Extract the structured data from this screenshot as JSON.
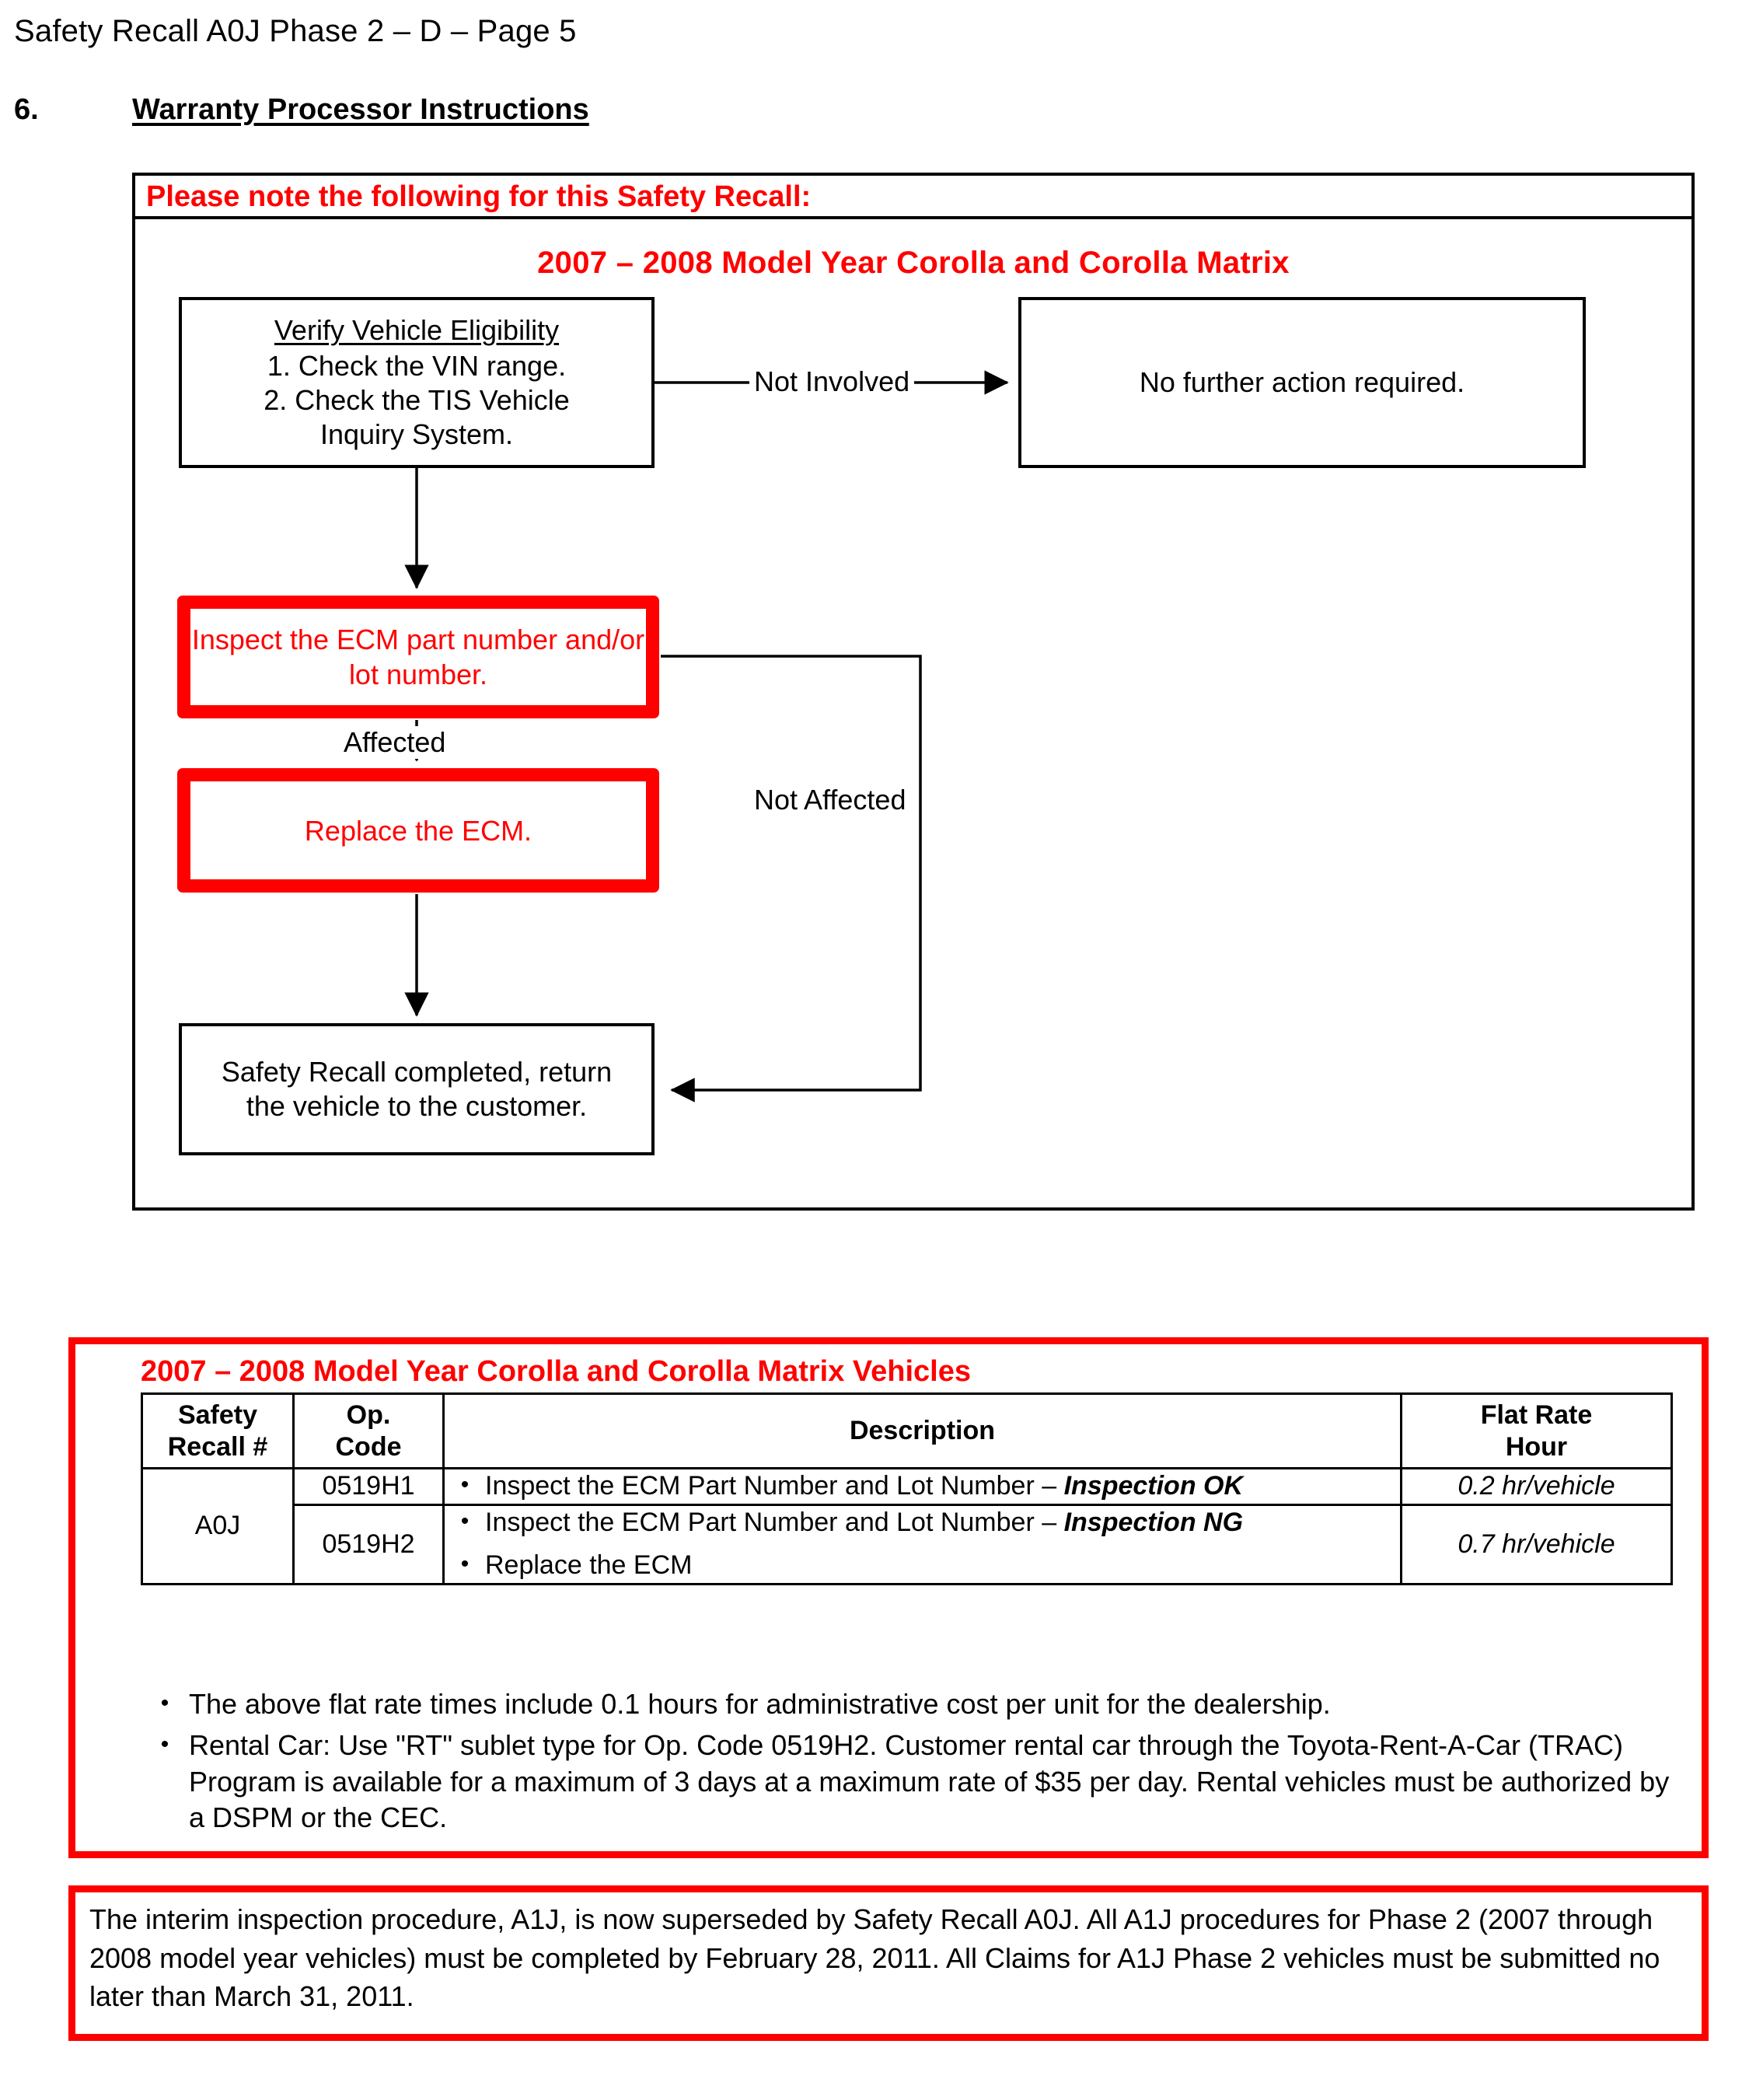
{
  "header": {
    "running_head": "Safety Recall A0J Phase 2 – D – Page 5",
    "section_number": "6.",
    "section_title": "Warranty Processor Instructions"
  },
  "flowchart": {
    "note_bar": "Please note the following for this Safety Recall:",
    "model_title": "2007 – 2008 Model Year Corolla and Corolla Matrix",
    "boxes": {
      "verify": {
        "title": "Verify Vehicle Eligibility",
        "line1": "1. Check the VIN range.",
        "line2": "2. Check the TIS Vehicle",
        "line3": "Inquiry System."
      },
      "no_further_action": "No further action required.",
      "inspect": "Inspect the ECM part number and/or lot number.",
      "replace": "Replace the ECM.",
      "complete_line1": "Safety Recall completed, return",
      "complete_line2": "the vehicle to the customer."
    },
    "labels": {
      "not_involved": "Not Involved",
      "affected": "Affected",
      "not_affected": "Not Affected"
    }
  },
  "claim_block": {
    "title": "2007 – 2008 Model Year Corolla and Corolla Matrix Vehicles",
    "columns": [
      {
        "line1": "Safety",
        "line2": "Recall #"
      },
      {
        "line1": "Op.",
        "line2": "Code"
      },
      {
        "line1": "",
        "line2": "Description"
      },
      {
        "line1": "Flat Rate",
        "line2": "Hour"
      }
    ],
    "recall_number": "A0J",
    "rows": [
      {
        "op_code": "0519H1",
        "description_items": [
          {
            "plain": "Inspect the ECM Part Number and Lot Number – ",
            "emphasis": "Inspection OK"
          }
        ],
        "flat_rate_hour": "0.2 hr/vehicle"
      },
      {
        "op_code": "0519H2",
        "description_items": [
          {
            "plain": "Inspect the ECM Part Number and Lot Number – ",
            "emphasis": "Inspection NG"
          },
          {
            "plain": "Replace the ECM",
            "emphasis": ""
          }
        ],
        "flat_rate_hour": "0.7 hr/vehicle"
      }
    ],
    "notes": [
      "The above flat rate times include 0.1 hours for administrative cost per unit for the dealership.",
      "Rental Car:  Use \"RT\" sublet type for Op. Code 0519H2.  Customer rental car through the Toyota-Rent-A-Car (TRAC) Program is available for a maximum of 3 days at a maximum rate of $35 per day.  Rental vehicles must be authorized by a DSPM or the CEC."
    ]
  },
  "interim_block": {
    "text": "The interim inspection procedure, A1J, is now superseded by Safety Recall A0J.  All A1J procedures for Phase 2 (2007 through 2008 model year vehicles) must be completed by February 28, 2011.  All Claims for A1J Phase 2 vehicles must be submitted no later than March 31, 2011."
  },
  "colors": {
    "accent_red": "#FF0000",
    "text_black": "#000000",
    "page_background": "#FFFFFF"
  },
  "bullet_glyph": "•"
}
